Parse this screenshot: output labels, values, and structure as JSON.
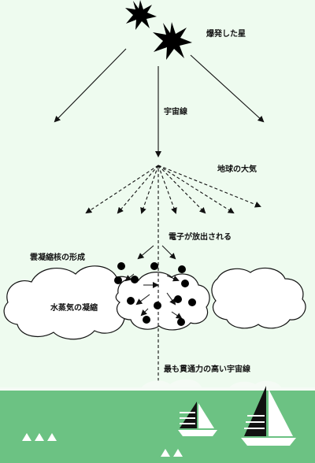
{
  "labels": {
    "exploded_star": "爆発した星",
    "cosmic_rays": "宇宙線",
    "earth_atmosphere": "地球の大気",
    "electrons_released": "電子が放出される",
    "condensation_nuclei": "雲凝縮核の形成",
    "vapor_condensation": "水蒸気の凝縮",
    "most_penetrating_rays": "最も貫通力の高い宇宙線"
  },
  "icons": [
    "star-burst-icon",
    "sailboat-icon",
    "wave-icon"
  ],
  "colors": {
    "background": "#eefbef",
    "sea": "#6cc283",
    "ink": "#111111"
  }
}
